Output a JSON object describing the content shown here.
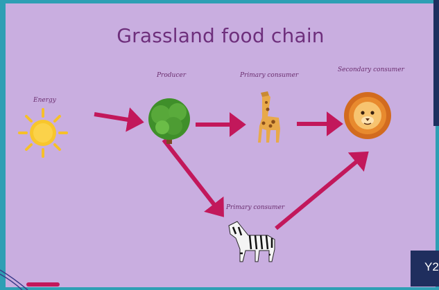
{
  "title": "Grassland food chain",
  "nodes": {
    "energy": {
      "label": "Energy",
      "icon": "sun-icon",
      "glyph": "☀"
    },
    "producer": {
      "label": "Producer",
      "icon": "tree-icon"
    },
    "primary_giraffe": {
      "label": "Primary consumer",
      "icon": "giraffe-icon"
    },
    "secondary_lion": {
      "label": "Secondary consumer",
      "icon": "lion-icon"
    },
    "primary_zebra": {
      "label": "Primary consumer",
      "icon": "zebra-icon"
    }
  },
  "badge": {
    "text": "Y2"
  },
  "colors": {
    "background": "#c9aee0",
    "title": "#6e2f7c",
    "arrow": "#c2185b",
    "frame": "#2e9fb4",
    "navy": "#1d2f5f"
  }
}
